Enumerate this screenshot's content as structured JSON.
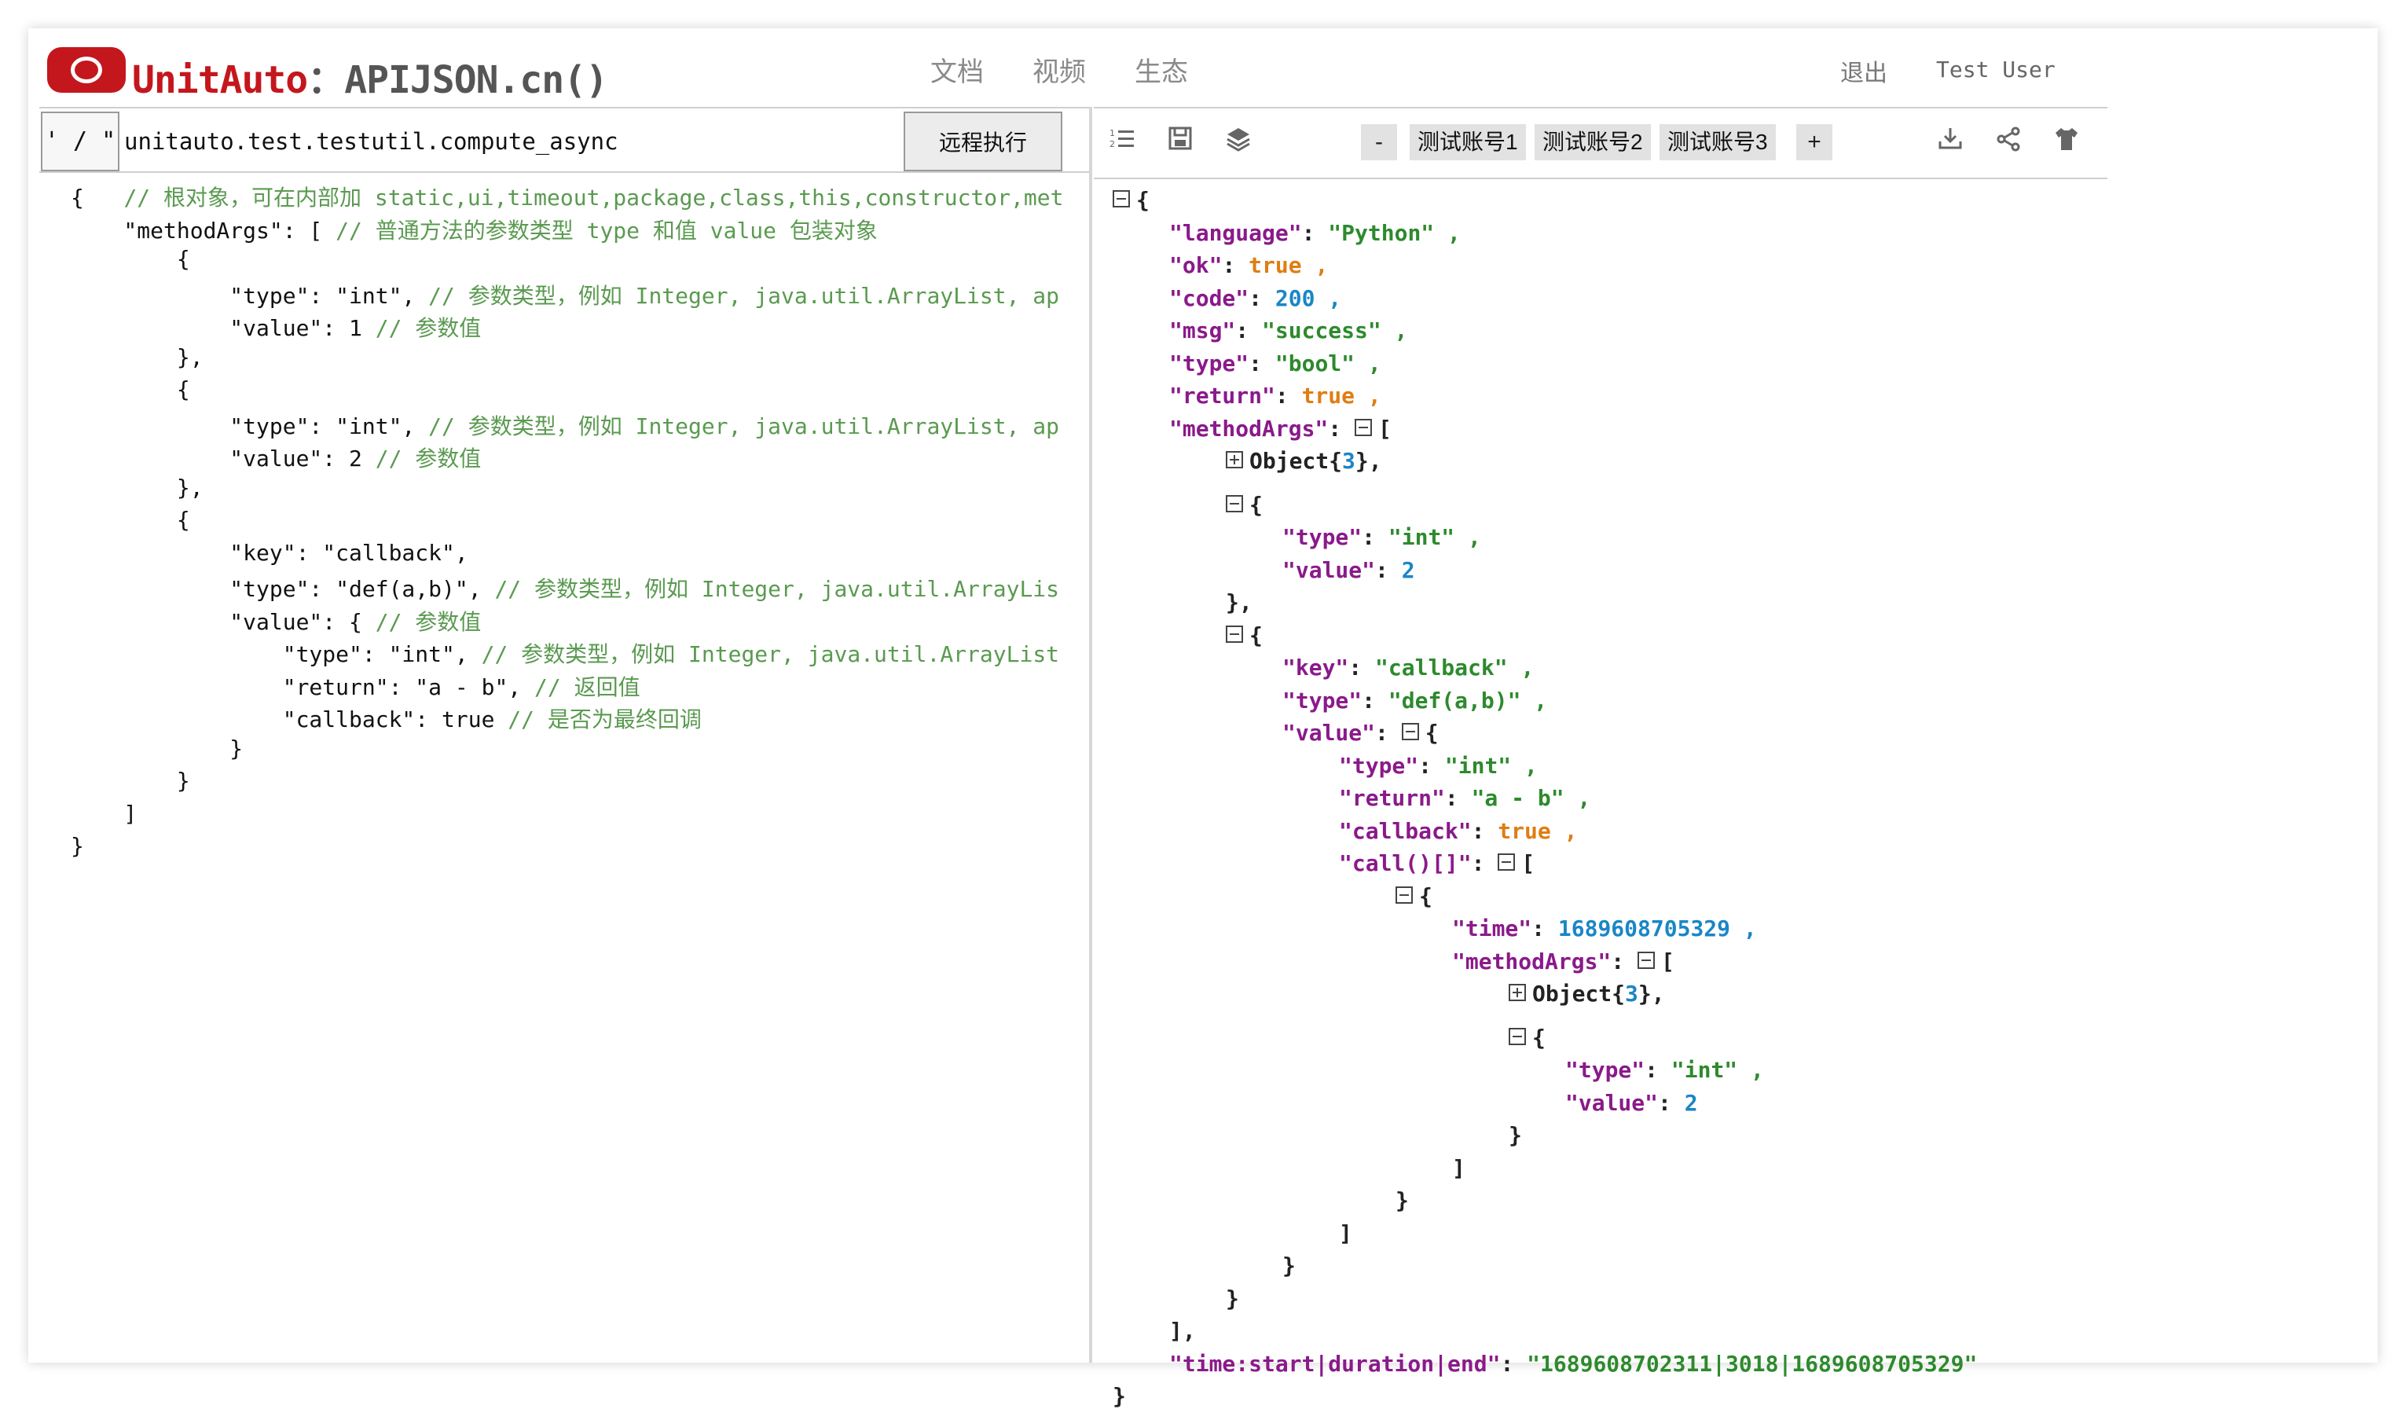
{
  "header": {
    "brand_name": "UnitAuto",
    "brand_sep": "：",
    "brand_site": "APIJSON.cn()",
    "nav": [
      "文档",
      "视频",
      "生态"
    ],
    "logout": "退出",
    "user": "Test User"
  },
  "request": {
    "quote_label": "' / \"",
    "url": "unitauto.test.testutil.compute_async",
    "run_label": "远程执行"
  },
  "code_lines": [
    [
      {
        "t": "{   ",
        "c": ""
      },
      {
        "t": "// 根对象，可在内部加 static,ui,timeout,package,class,this,constructor,met",
        "c": "c"
      }
    ],
    [
      {
        "t": "    \"methodArgs\": [ ",
        "c": ""
      },
      {
        "t": "// 普通方法的参数类型 type 和值 value 包装对象",
        "c": "c"
      }
    ],
    [
      {
        "t": "        {",
        "c": ""
      }
    ],
    [
      {
        "t": "            \"type\": \"int\", ",
        "c": ""
      },
      {
        "t": "// 参数类型，例如 Integer, java.util.ArrayList, ap",
        "c": "c"
      }
    ],
    [
      {
        "t": "            \"value\": 1 ",
        "c": ""
      },
      {
        "t": "// 参数值",
        "c": "c"
      }
    ],
    [
      {
        "t": "        },",
        "c": ""
      }
    ],
    [
      {
        "t": "        {",
        "c": ""
      }
    ],
    [
      {
        "t": "            \"type\": \"int\", ",
        "c": ""
      },
      {
        "t": "// 参数类型，例如 Integer, java.util.ArrayList, ap",
        "c": "c"
      }
    ],
    [
      {
        "t": "            \"value\": 2 ",
        "c": ""
      },
      {
        "t": "// 参数值",
        "c": "c"
      }
    ],
    [
      {
        "t": "        },",
        "c": ""
      }
    ],
    [
      {
        "t": "        {",
        "c": ""
      }
    ],
    [
      {
        "t": "            \"key\": \"callback\",",
        "c": ""
      }
    ],
    [
      {
        "t": "            \"type\": \"def(a,b)\", ",
        "c": ""
      },
      {
        "t": "// 参数类型，例如 Integer, java.util.ArrayLis",
        "c": "c"
      }
    ],
    [
      {
        "t": "            \"value\": { ",
        "c": ""
      },
      {
        "t": "// 参数值",
        "c": "c"
      }
    ],
    [
      {
        "t": "                \"type\": \"int\", ",
        "c": ""
      },
      {
        "t": "// 参数类型，例如 Integer, java.util.ArrayList",
        "c": "c"
      }
    ],
    [
      {
        "t": "                \"return\": \"a - b\", ",
        "c": ""
      },
      {
        "t": "// 返回值",
        "c": "c"
      }
    ],
    [
      {
        "t": "                \"callback\": true ",
        "c": ""
      },
      {
        "t": "// 是否为最终回调",
        "c": "c"
      }
    ],
    [
      {
        "t": "            }",
        "c": ""
      }
    ],
    [
      {
        "t": "        }",
        "c": ""
      }
    ],
    [
      {
        "t": "    ]",
        "c": ""
      }
    ],
    [
      {
        "t": "}",
        "c": ""
      }
    ]
  ],
  "toolbar": {
    "icons": [
      "list-icon",
      "save-icon",
      "layers-icon",
      "download-icon",
      "share-icon",
      "shirt-icon"
    ],
    "minus": "-",
    "plus": "+",
    "accounts": [
      "测试账号1",
      "测试账号2",
      "测试账号3"
    ]
  },
  "json_lines": [
    {
      "i": 0,
      "tog": "minus",
      "p": [
        {
          "t": "{",
          "c": ""
        }
      ]
    },
    {
      "i": 1,
      "p": [
        {
          "t": "\"language\"",
          "c": "k"
        },
        {
          "t": ": ",
          "c": ""
        },
        {
          "t": "\"Python\"",
          "c": "s"
        },
        {
          "t": " ,",
          "c": "s"
        }
      ]
    },
    {
      "i": 1,
      "p": [
        {
          "t": "\"ok\"",
          "c": "k"
        },
        {
          "t": ": ",
          "c": ""
        },
        {
          "t": "true",
          "c": "b"
        },
        {
          "t": " ,",
          "c": "b"
        }
      ]
    },
    {
      "i": 1,
      "p": [
        {
          "t": "\"code\"",
          "c": "k"
        },
        {
          "t": ": ",
          "c": ""
        },
        {
          "t": "200",
          "c": "n"
        },
        {
          "t": " ,",
          "c": "n"
        }
      ]
    },
    {
      "i": 1,
      "p": [
        {
          "t": "\"msg\"",
          "c": "k"
        },
        {
          "t": ": ",
          "c": ""
        },
        {
          "t": "\"success\"",
          "c": "s"
        },
        {
          "t": " ,",
          "c": "s"
        }
      ]
    },
    {
      "i": 1,
      "p": [
        {
          "t": "\"type\"",
          "c": "k"
        },
        {
          "t": ": ",
          "c": ""
        },
        {
          "t": "\"bool\"",
          "c": "s"
        },
        {
          "t": " ,",
          "c": "s"
        }
      ]
    },
    {
      "i": 1,
      "p": [
        {
          "t": "\"return\"",
          "c": "k"
        },
        {
          "t": ": ",
          "c": ""
        },
        {
          "t": "true",
          "c": "b"
        },
        {
          "t": " ,",
          "c": "b"
        }
      ]
    },
    {
      "i": 1,
      "p": [
        {
          "t": "\"methodArgs\"",
          "c": "k"
        },
        {
          "t": ": ",
          "c": ""
        },
        {
          "tog": "minus"
        },
        {
          "t": "[",
          "c": ""
        }
      ]
    },
    {
      "i": 2,
      "tog": "plus",
      "p": [
        {
          "t": "Object{",
          "c": ""
        },
        {
          "t": "3",
          "c": "n"
        },
        {
          "t": "},",
          "c": ""
        }
      ]
    },
    {
      "i": 2,
      "gap": 1,
      "tog": "minus",
      "p": [
        {
          "t": "{",
          "c": ""
        }
      ]
    },
    {
      "i": 3,
      "p": [
        {
          "t": "\"type\"",
          "c": "k"
        },
        {
          "t": ": ",
          "c": ""
        },
        {
          "t": "\"int\"",
          "c": "s"
        },
        {
          "t": " ,",
          "c": "s"
        }
      ]
    },
    {
      "i": 3,
      "p": [
        {
          "t": "\"value\"",
          "c": "k"
        },
        {
          "t": ": ",
          "c": ""
        },
        {
          "t": "2",
          "c": "n"
        }
      ]
    },
    {
      "i": 2,
      "p": [
        {
          "t": "},",
          "c": ""
        }
      ]
    },
    {
      "i": 2,
      "tog": "minus",
      "p": [
        {
          "t": "{",
          "c": ""
        }
      ]
    },
    {
      "i": 3,
      "p": [
        {
          "t": "\"key\"",
          "c": "k"
        },
        {
          "t": ": ",
          "c": ""
        },
        {
          "t": "\"callback\"",
          "c": "s"
        },
        {
          "t": " ,",
          "c": "s"
        }
      ]
    },
    {
      "i": 3,
      "p": [
        {
          "t": "\"type\"",
          "c": "k"
        },
        {
          "t": ": ",
          "c": ""
        },
        {
          "t": "\"def(a,b)\"",
          "c": "s"
        },
        {
          "t": " ,",
          "c": "s"
        }
      ]
    },
    {
      "i": 3,
      "p": [
        {
          "t": "\"value\"",
          "c": "k"
        },
        {
          "t": ": ",
          "c": ""
        },
        {
          "tog": "minus"
        },
        {
          "t": "{",
          "c": ""
        }
      ]
    },
    {
      "i": 4,
      "p": [
        {
          "t": "\"type\"",
          "c": "k"
        },
        {
          "t": ": ",
          "c": ""
        },
        {
          "t": "\"int\"",
          "c": "s"
        },
        {
          "t": " ,",
          "c": "s"
        }
      ]
    },
    {
      "i": 4,
      "p": [
        {
          "t": "\"return\"",
          "c": "k"
        },
        {
          "t": ": ",
          "c": ""
        },
        {
          "t": "\"a - b\"",
          "c": "s"
        },
        {
          "t": " ,",
          "c": "s"
        }
      ]
    },
    {
      "i": 4,
      "p": [
        {
          "t": "\"callback\"",
          "c": "k"
        },
        {
          "t": ": ",
          "c": ""
        },
        {
          "t": "true",
          "c": "b"
        },
        {
          "t": " ,",
          "c": "b"
        }
      ]
    },
    {
      "i": 4,
      "p": [
        {
          "t": "\"call()[]\"",
          "c": "k"
        },
        {
          "t": ": ",
          "c": ""
        },
        {
          "tog": "minus"
        },
        {
          "t": "[",
          "c": ""
        }
      ]
    },
    {
      "i": 5,
      "tog": "minus",
      "p": [
        {
          "t": "{",
          "c": ""
        }
      ]
    },
    {
      "i": 6,
      "p": [
        {
          "t": "\"time\"",
          "c": "k"
        },
        {
          "t": ": ",
          "c": ""
        },
        {
          "t": "1689608705329",
          "c": "n"
        },
        {
          "t": " ,",
          "c": "n"
        }
      ]
    },
    {
      "i": 6,
      "p": [
        {
          "t": "\"methodArgs\"",
          "c": "k"
        },
        {
          "t": ": ",
          "c": ""
        },
        {
          "tog": "minus"
        },
        {
          "t": "[",
          "c": ""
        }
      ]
    },
    {
      "i": 7,
      "tog": "plus",
      "p": [
        {
          "t": "Object{",
          "c": ""
        },
        {
          "t": "3",
          "c": "n"
        },
        {
          "t": "},",
          "c": ""
        }
      ]
    },
    {
      "i": 7,
      "gap": 1,
      "tog": "minus",
      "p": [
        {
          "t": "{",
          "c": ""
        }
      ]
    },
    {
      "i": 8,
      "p": [
        {
          "t": "\"type\"",
          "c": "k"
        },
        {
          "t": ": ",
          "c": ""
        },
        {
          "t": "\"int\"",
          "c": "s"
        },
        {
          "t": " ,",
          "c": "s"
        }
      ]
    },
    {
      "i": 8,
      "p": [
        {
          "t": "\"value\"",
          "c": "k"
        },
        {
          "t": ": ",
          "c": ""
        },
        {
          "t": "2",
          "c": "n"
        }
      ]
    },
    {
      "i": 7,
      "p": [
        {
          "t": "}",
          "c": ""
        }
      ]
    },
    {
      "i": 6,
      "p": [
        {
          "t": "]",
          "c": ""
        }
      ]
    },
    {
      "i": 5,
      "p": [
        {
          "t": "}",
          "c": ""
        }
      ]
    },
    {
      "i": 4,
      "p": [
        {
          "t": "]",
          "c": ""
        }
      ]
    },
    {
      "i": 3,
      "p": [
        {
          "t": "}",
          "c": ""
        }
      ]
    },
    {
      "i": 2,
      "p": [
        {
          "t": "}",
          "c": ""
        }
      ]
    },
    {
      "i": 1,
      "p": [
        {
          "t": "],",
          "c": ""
        }
      ]
    },
    {
      "i": 1,
      "p": [
        {
          "t": "\"time:start|duration|end\"",
          "c": "k"
        },
        {
          "t": ": ",
          "c": ""
        },
        {
          "t": "\"1689608702311|3018|1689608705329\"",
          "c": "s"
        }
      ]
    },
    {
      "i": 0,
      "p": [
        {
          "t": "}",
          "c": ""
        }
      ]
    }
  ]
}
